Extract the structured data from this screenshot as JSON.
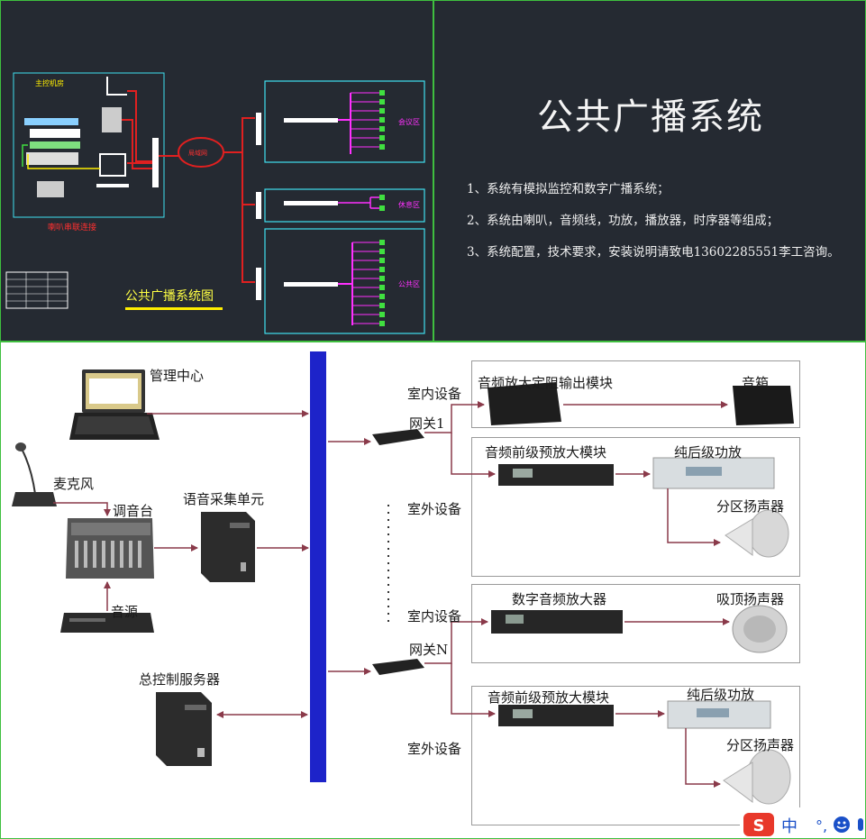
{
  "top_right": {
    "title": "公共广播系统",
    "notes": [
      "1、系统有模拟监控和数字广播系统；",
      "2、系统由喇叭，音频线，功放，播放器，时序器等组成；",
      "3、系统配置，技术要求，安装说明请致电13602285551李工咨询。"
    ]
  },
  "cad": {
    "title": "公共广播系统图",
    "control_room": "主控机房",
    "connect_note": "喇叭串联连接",
    "network": "局域网",
    "zone1": "会议区",
    "zone2": "休息区",
    "zone3": "公共区"
  },
  "diagram": {
    "management_center": "管理中心",
    "microphone": "麦克风",
    "mixer": "调音台",
    "voice_unit": "语音采集单元",
    "audio_source": "音源",
    "master_server": "总控制服务器",
    "indoor_1": "室内设备",
    "gateway_1": "网关1",
    "outdoor_1": "室外设备",
    "indoor_n": "室内设备",
    "gateway_n": "网关N",
    "outdoor_n": "室外设备",
    "amp_output_module": "音频放大定阻输出模块",
    "speaker_box": "音箱",
    "preamp_1": "音频前级预放大模块",
    "post_amp_1": "纯后级功放",
    "zone_speaker_1": "分区扬声器",
    "digital_amp": "数字音频放大器",
    "ceiling_speaker": "吸顶扬声器",
    "preamp_2": "音频前级预放大模块",
    "post_amp_2": "纯后级功放",
    "zone_speaker_2": "分区扬声器"
  },
  "ime": {
    "label": "中"
  },
  "colors": {
    "cad_bg": "#252a32",
    "bus": "#1d23c9",
    "arrow": "#8a3a4a",
    "cad_red": "#e02020",
    "cad_cyan": "#40e0f0",
    "cad_magenta": "#ff30ff"
  }
}
